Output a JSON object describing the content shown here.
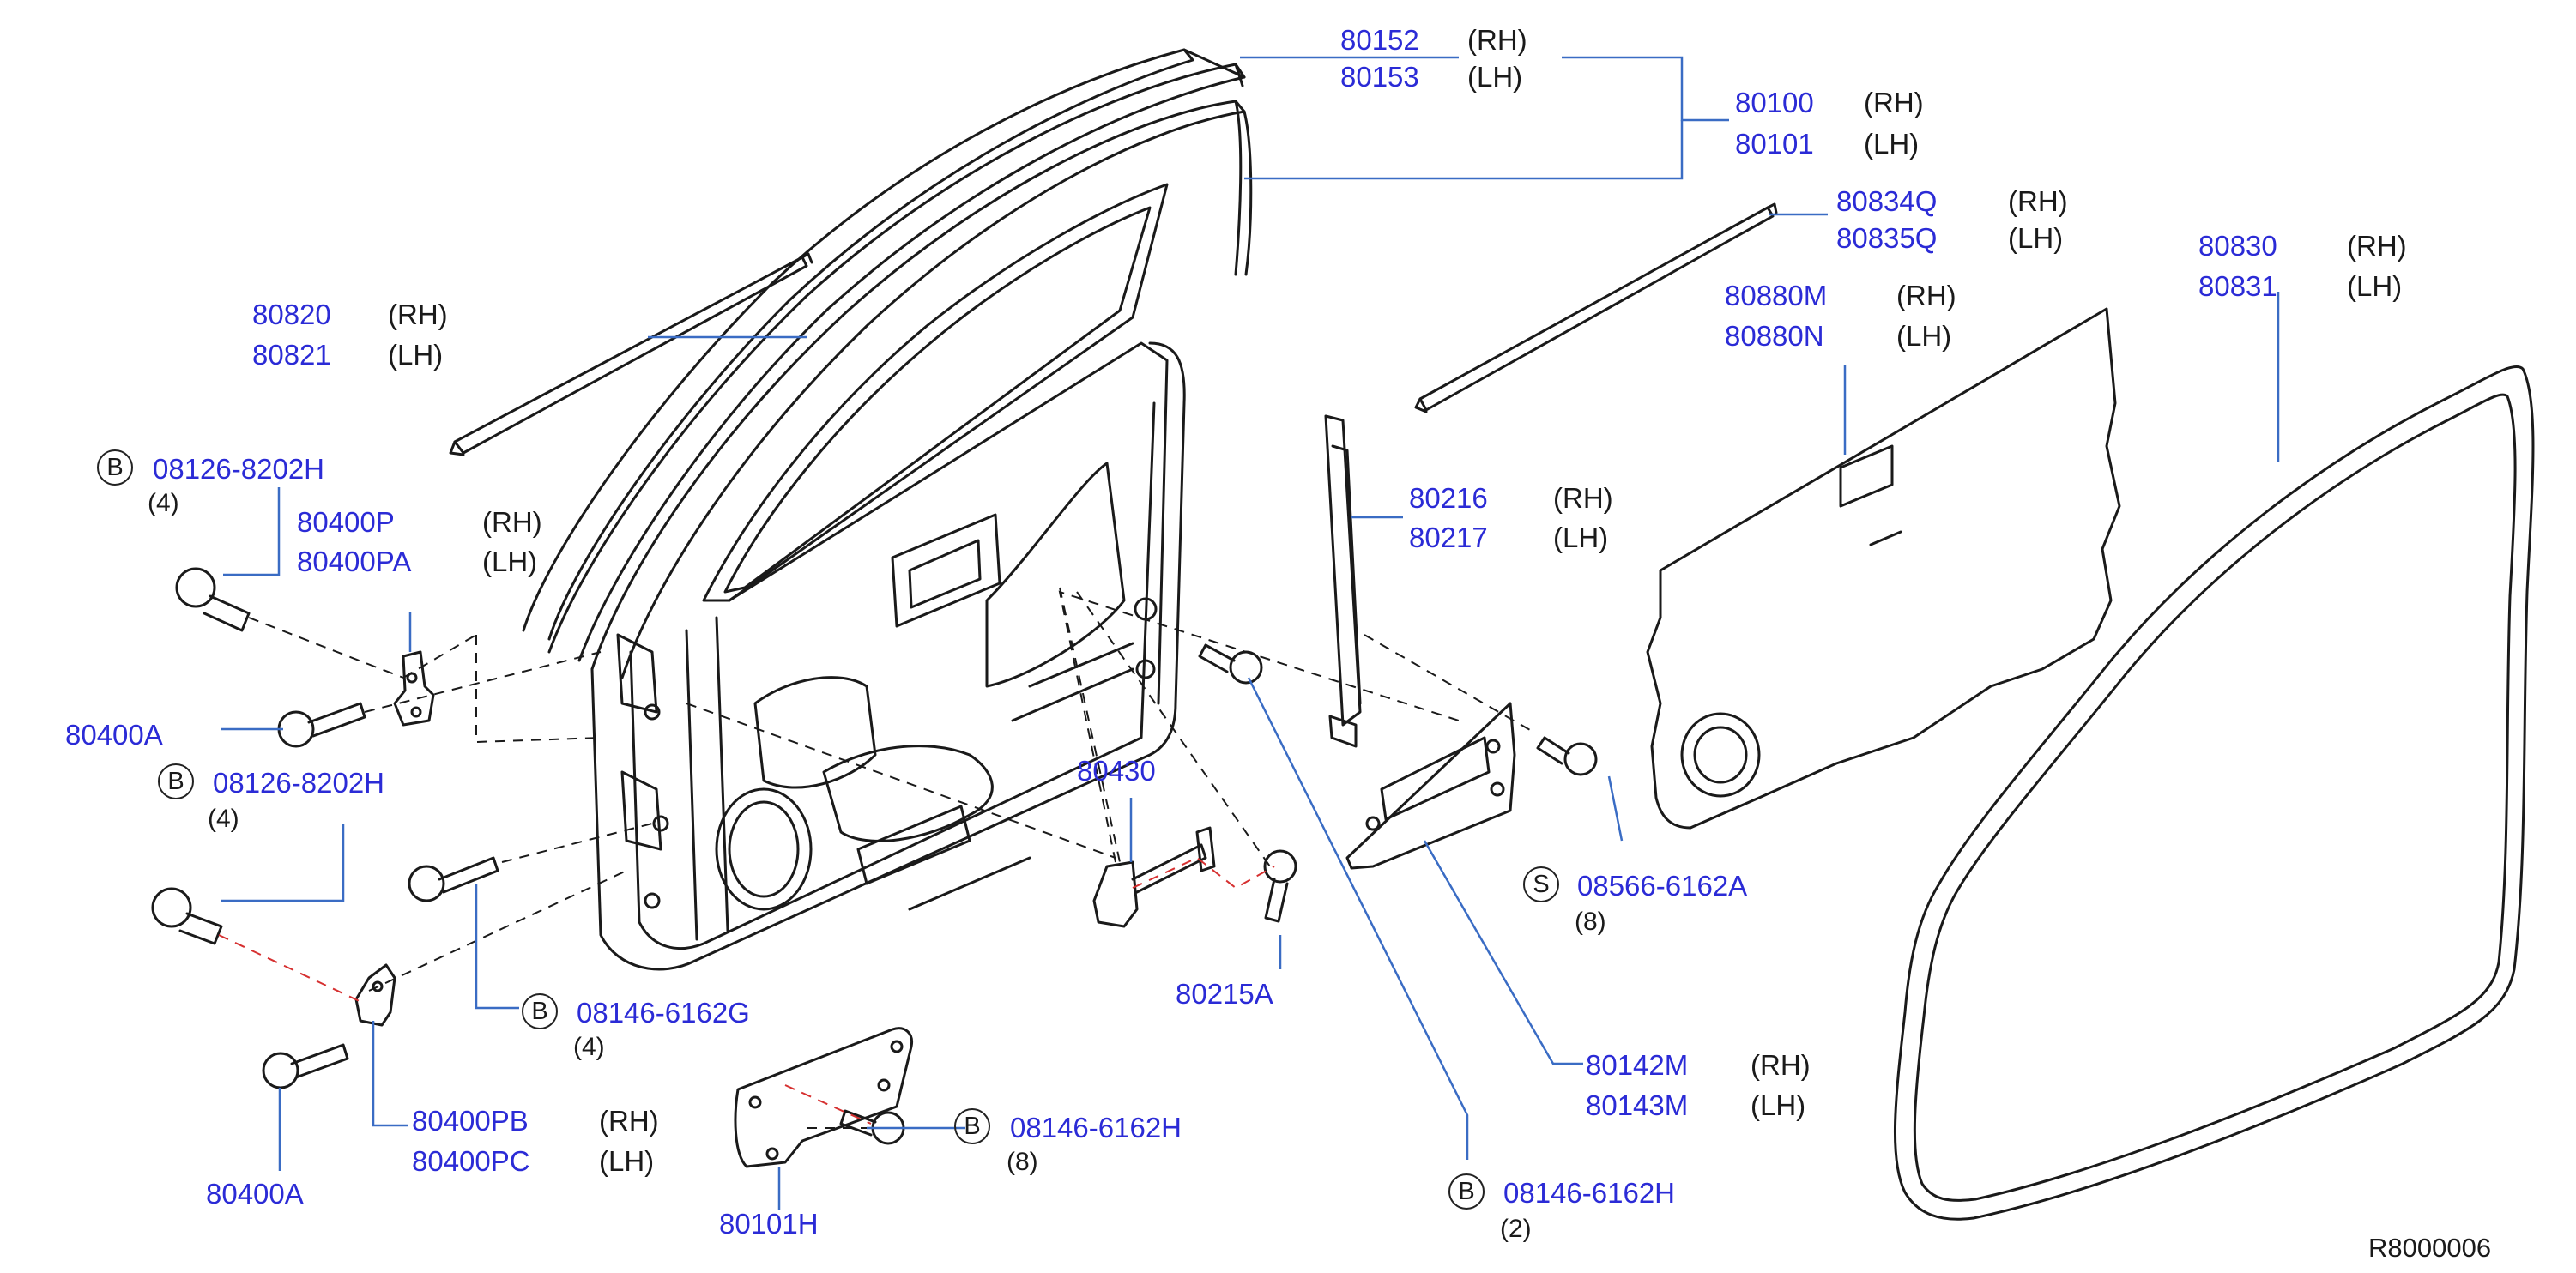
{
  "diagram_code": "R8000006",
  "callouts": [
    {
      "part": "80152",
      "side": "(RH)"
    },
    {
      "part": "80153",
      "side": "(LH)"
    },
    {
      "part": "80100",
      "side": "(RH)"
    },
    {
      "part": "80101",
      "side": "(LH)"
    },
    {
      "part": "80834Q",
      "side": "(RH)"
    },
    {
      "part": "80835Q",
      "side": "(LH)"
    },
    {
      "part": "80830",
      "side": "(RH)"
    },
    {
      "part": "80831",
      "side": "(LH)"
    },
    {
      "part": "80880M",
      "side": "(RH)"
    },
    {
      "part": "80880N",
      "side": "(LH)"
    },
    {
      "part": "80820",
      "side": "(RH)"
    },
    {
      "part": "80821",
      "side": "(LH)"
    },
    {
      "part": "08126-8202H",
      "symbol": "B",
      "qty": "(4)"
    },
    {
      "part": "80400P",
      "side": "(RH)"
    },
    {
      "part": "80400PA",
      "side": "(LH)"
    },
    {
      "part": "80216",
      "side": "(RH)"
    },
    {
      "part": "80217",
      "side": "(LH)"
    },
    {
      "part": "80400A"
    },
    {
      "part": "08126-8202H",
      "symbol": "B",
      "qty": "(4)"
    },
    {
      "part": "80430"
    },
    {
      "part": "08566-6162A",
      "symbol": "S",
      "qty": "(8)"
    },
    {
      "part": "80215A"
    },
    {
      "part": "08146-6162G",
      "symbol": "B",
      "qty": "(4)"
    },
    {
      "part": "80142M",
      "side": "(RH)"
    },
    {
      "part": "80143M",
      "side": "(LH)"
    },
    {
      "part": "80400PB",
      "side": "(RH)"
    },
    {
      "part": "80400PC",
      "side": "(LH)"
    },
    {
      "part": "08146-6162H",
      "symbol": "B",
      "qty": "(8)"
    },
    {
      "part": "80400A"
    },
    {
      "part": "80101H"
    },
    {
      "part": "08146-6162H",
      "symbol": "B",
      "qty": "(2)"
    }
  ]
}
